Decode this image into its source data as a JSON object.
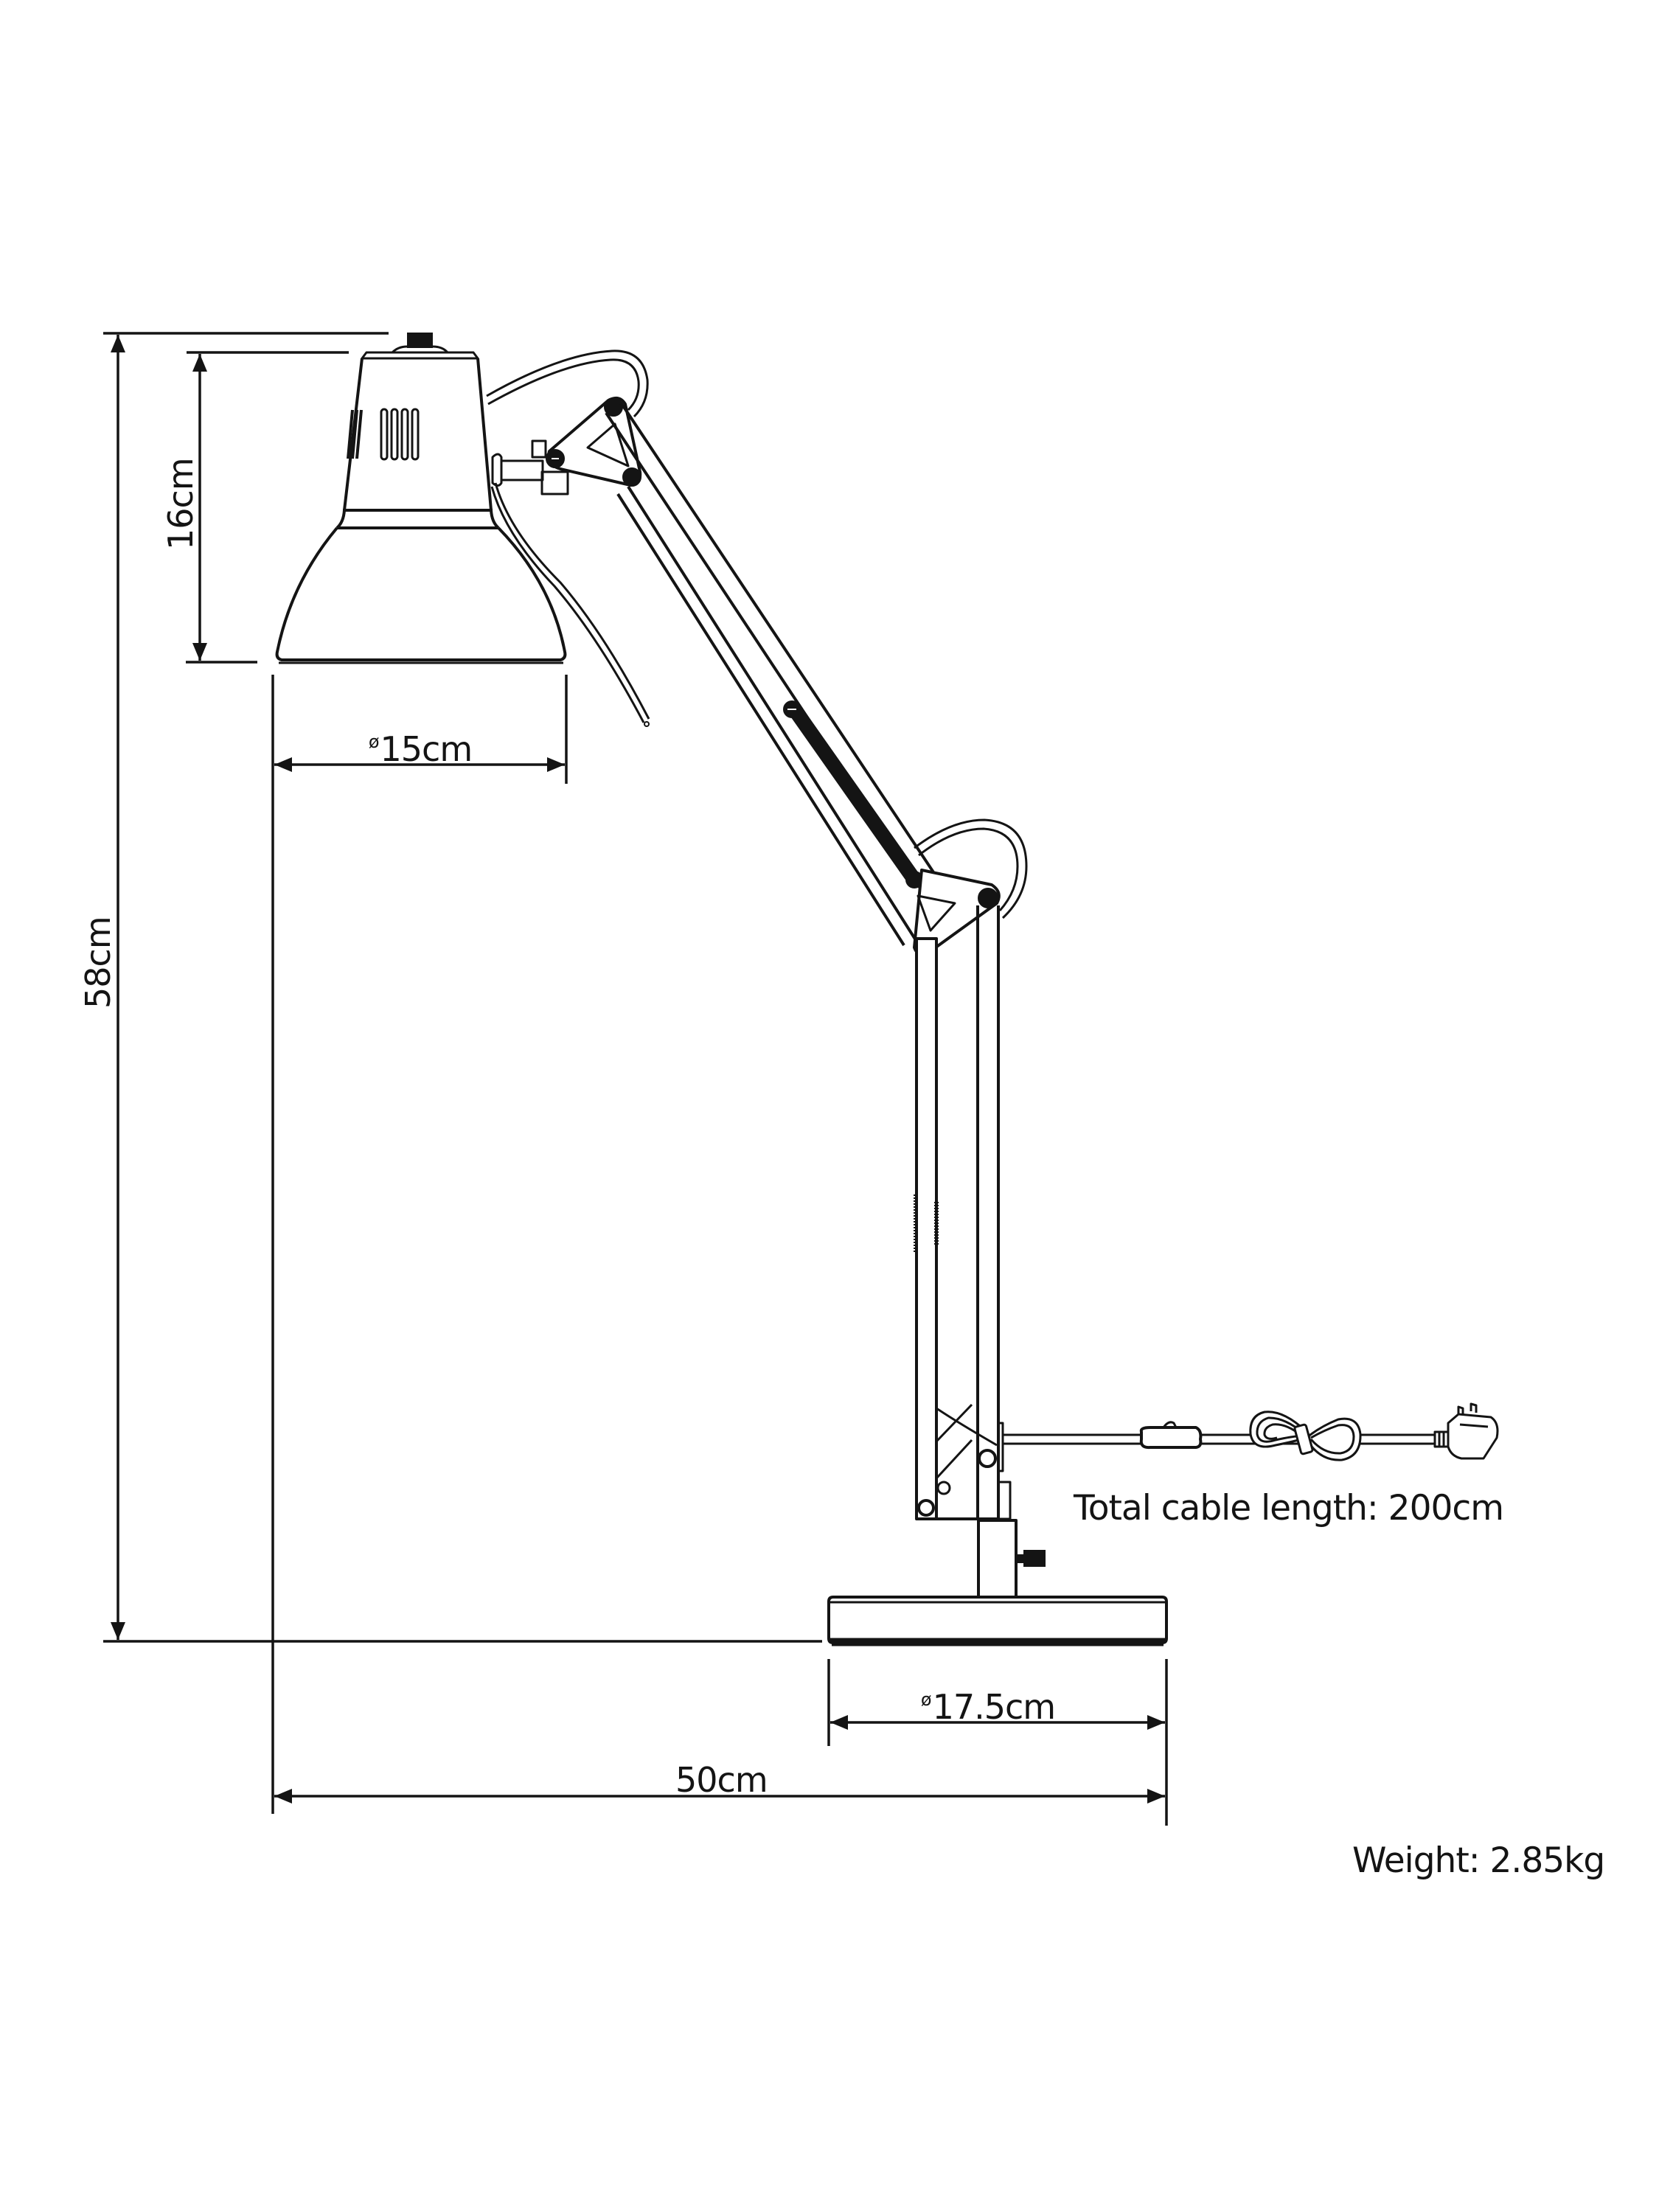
{
  "diagram": {
    "subject": "Adjustable desk lamp dimension drawing",
    "line_color": "#141414",
    "background": "#ffffff"
  },
  "dimensions": {
    "overall_height": {
      "label": "58cm",
      "orientation": "vertical"
    },
    "shade_height": {
      "label": "16cm",
      "orientation": "vertical"
    },
    "shade_diameter": {
      "symbol": "ø",
      "label": "15cm",
      "orientation": "horizontal"
    },
    "base_diameter": {
      "symbol": "ø",
      "label": "17.5cm",
      "orientation": "horizontal"
    },
    "overall_width": {
      "label": "50cm",
      "orientation": "horizontal"
    }
  },
  "notes": {
    "cable": "Total cable length: 200cm",
    "weight": "Weight: 2.85kg"
  },
  "icons": {
    "lamp": "desk-lamp-line-drawing",
    "plug": "plug-icon",
    "switch": "inline-switch-icon",
    "coil": "cable-coil-icon"
  }
}
